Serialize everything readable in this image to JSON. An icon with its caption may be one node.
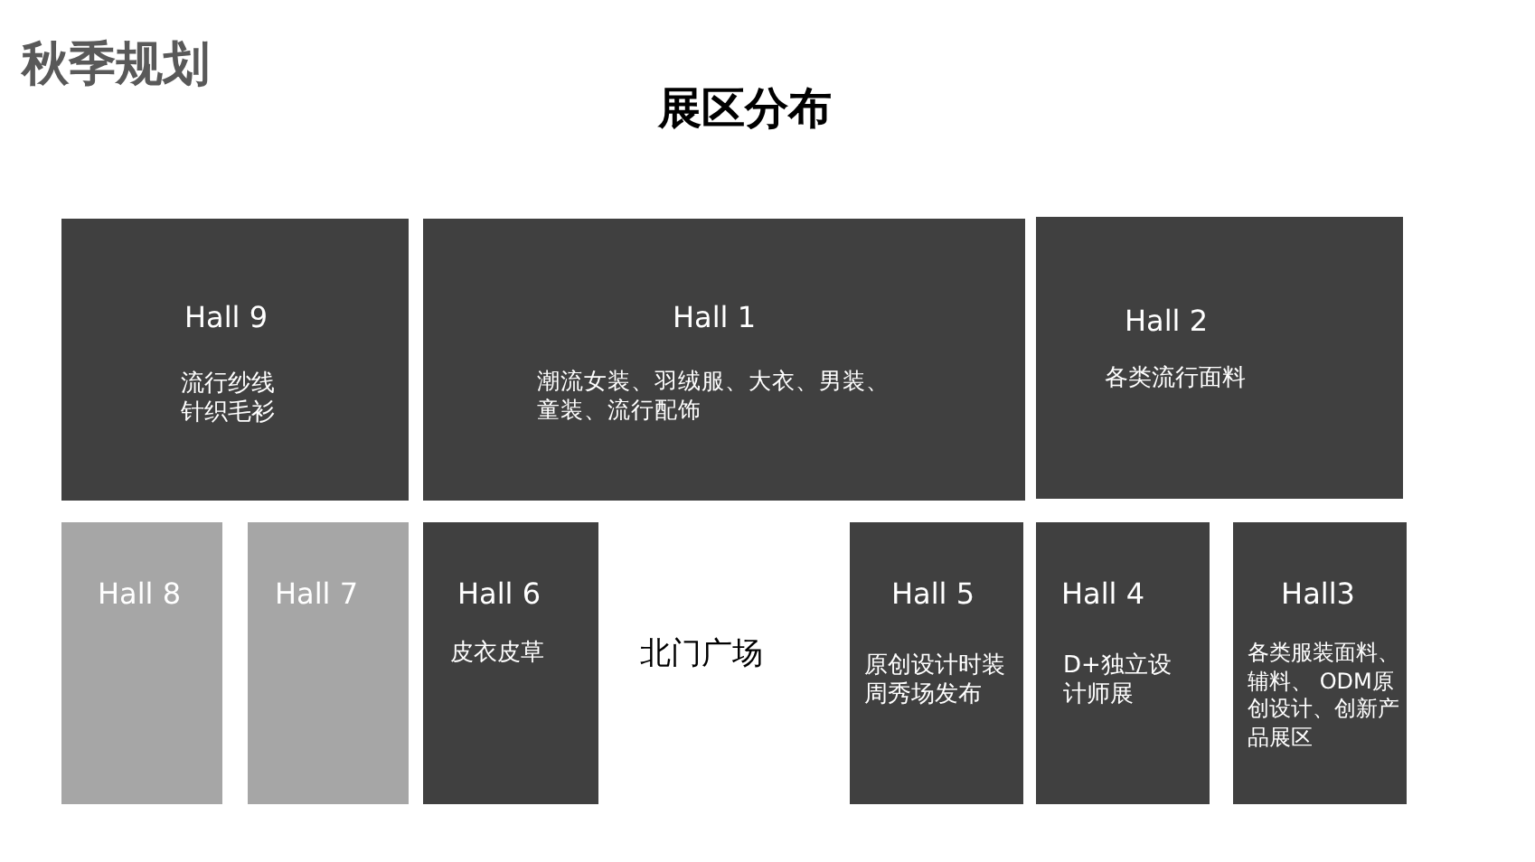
{
  "diagram": {
    "title": "展区分布",
    "nodes": [
      {
        "text": [
          "Hall 9",
          "流行纱线针织毛衫"
        ]
      },
      {
        "text": [
          "Hall 1",
          "潮流女装、羽绒服、大衣、男装、童装、流行配饰"
        ]
      },
      {
        "text": [
          "Hall 2",
          "各类流行面料"
        ]
      },
      {
        "text": [
          "Hall 8"
        ]
      },
      {
        "text": [
          "Hall 7"
        ]
      },
      {
        "text": [
          "Hall 6",
          "皮衣皮草"
        ]
      },
      {
        "text": [
          "Hall 5",
          "原创设计时装周秀场发布"
        ]
      },
      {
        "text": [
          "Hall 4",
          "D+独立设计师展"
        ]
      },
      {
        "text": [
          "Hall3",
          "各类服装面料、辅料、 ODM原创设计、创新产品展区"
        ]
      }
    ],
    "labels": [
      "秋季规划",
      "北门广场"
    ]
  }
}
